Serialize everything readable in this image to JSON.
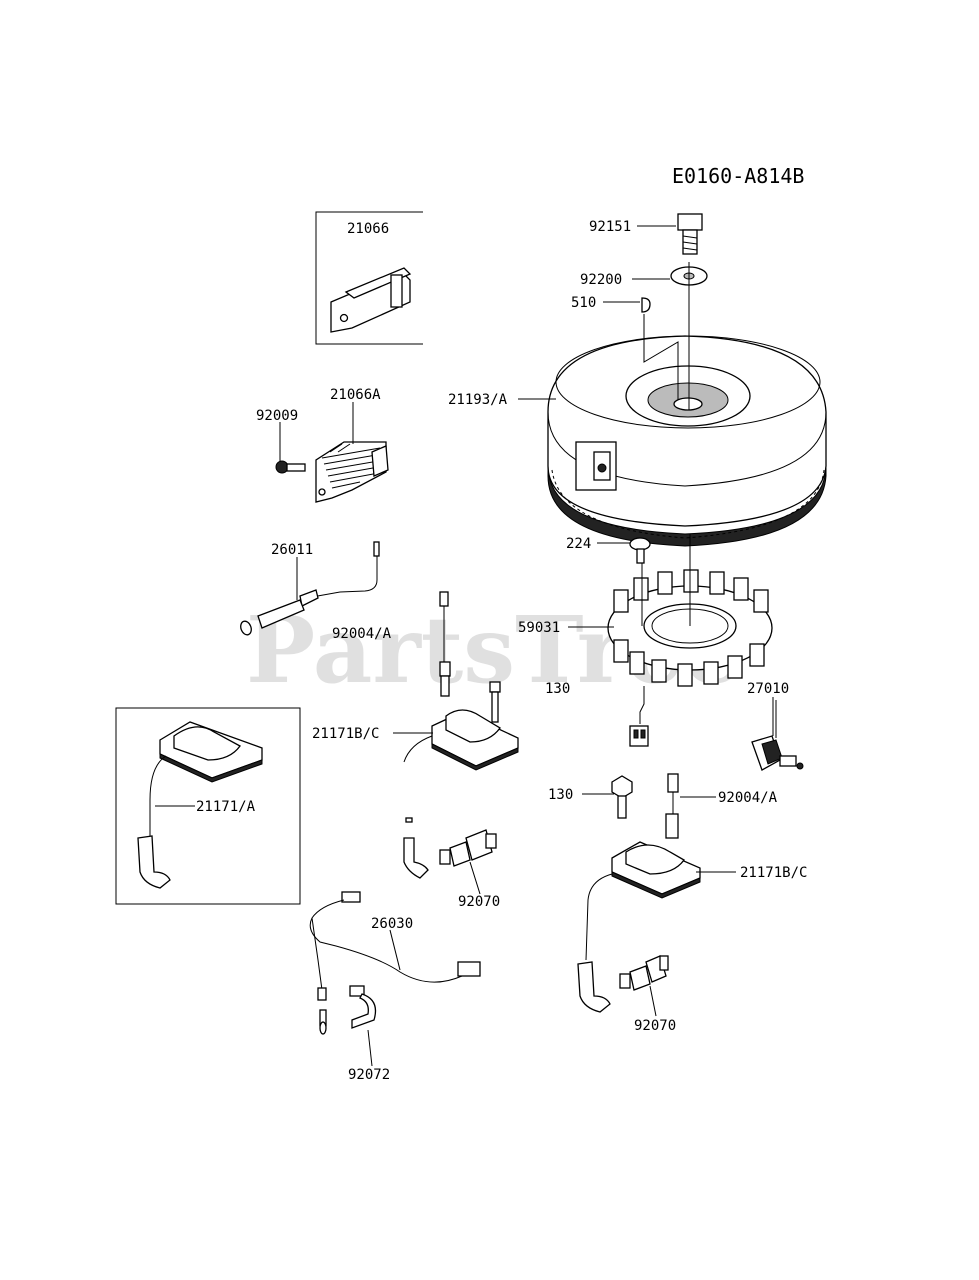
{
  "diagram_code": "E0160-A814B",
  "watermark": "PartsTree",
  "labels": {
    "p92151": "92151",
    "p92200": "92200",
    "p510": "510",
    "p21193": "21193/A",
    "p21066": "21066",
    "p21066A": "21066A",
    "p92009": "92009",
    "p26011": "26011",
    "p224": "224",
    "p59031": "59031",
    "p92004_left": "92004/A",
    "p130_upper": "130",
    "p27010": "27010",
    "p21171BC_left": "21171B/C",
    "p130_lower": "130",
    "p92004_right": "92004/A",
    "p21171A": "21171/A",
    "p92070_left": "92070",
    "p21171BC_right": "21171B/C",
    "p26030": "26030",
    "p92070_right": "92070",
    "p92072": "92072"
  }
}
